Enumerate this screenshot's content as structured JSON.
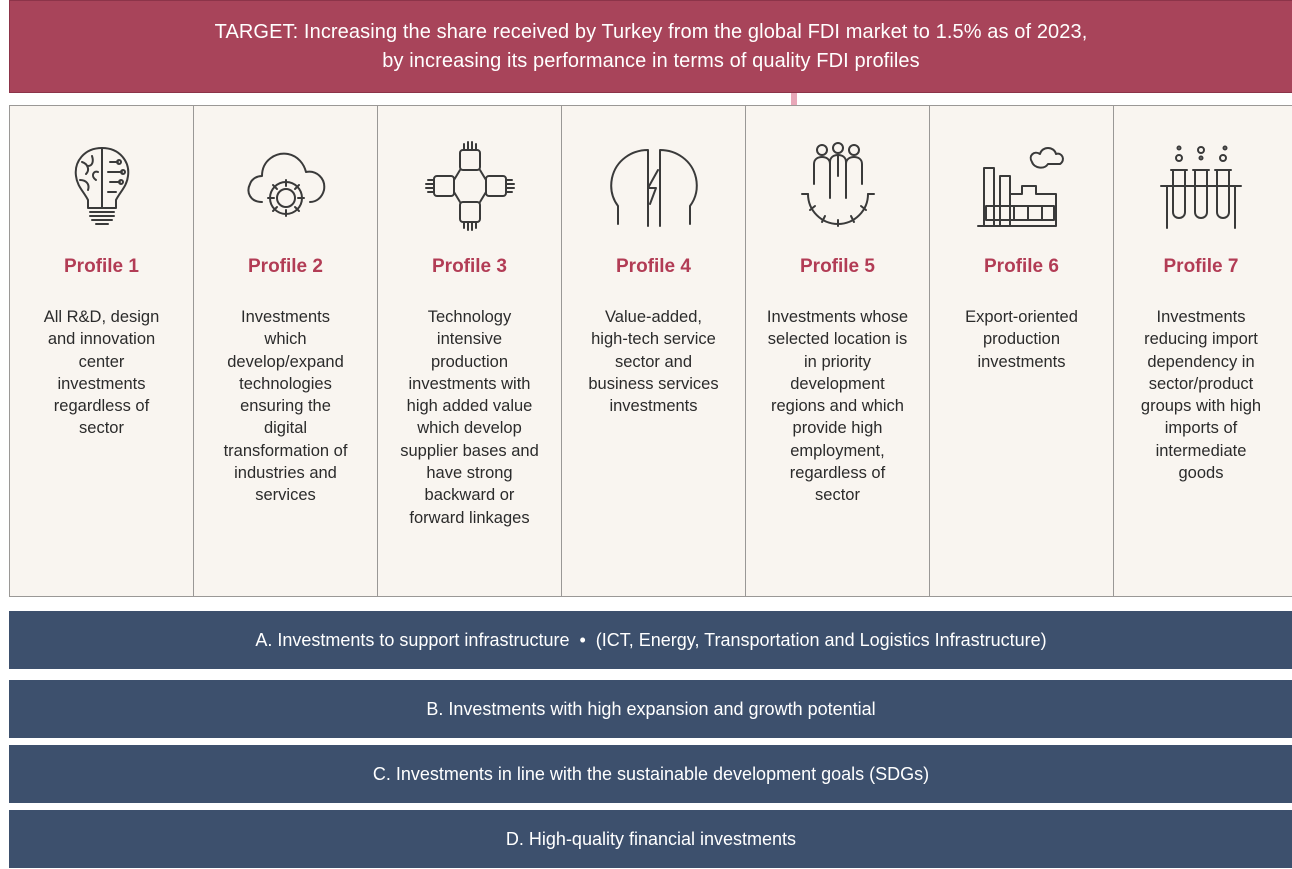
{
  "target": {
    "line1": "TARGET: Increasing the share received by Turkey from the global FDI market to 1.5% as of 2023,",
    "line2": "by increasing its performance in terms of quality FDI profiles"
  },
  "profiles": [
    {
      "title": "Profile 1",
      "icon": "brain-lightbulb-icon",
      "lines": [
        "All R&D, design",
        "and innovation",
        "center",
        "investments",
        "regardless of",
        "sector"
      ]
    },
    {
      "title": "Profile 2",
      "icon": "cloud-gear-icon",
      "lines": [
        "Investments",
        "which",
        "develop/expand",
        "technologies",
        "ensuring the",
        "digital",
        "transformation of",
        "industries and",
        "services"
      ]
    },
    {
      "title": "Profile 3",
      "icon": "interlocking-hands-icon",
      "lines": [
        "Technology",
        "intensive",
        "production",
        "investments with",
        "high added value",
        "which develop",
        "supplier bases and",
        "have strong",
        "backward or",
        "forward linkages"
      ]
    },
    {
      "title": "Profile 4",
      "icon": "head-lightning-icon",
      "lines": [
        "Value-added,",
        "high-tech service",
        "sector and",
        "business services",
        "investments"
      ]
    },
    {
      "title": "Profile 5",
      "icon": "people-gear-icon",
      "lines": [
        "Investments whose",
        "selected location is",
        "in priority",
        "development",
        "regions and which",
        "provide high",
        "employment,",
        "regardless of",
        "sector"
      ]
    },
    {
      "title": "Profile 6",
      "icon": "factory-icon",
      "lines": [
        "Export-oriented",
        "production",
        "investments"
      ]
    },
    {
      "title": "Profile 7",
      "icon": "test-tubes-icon",
      "lines": [
        "Investments",
        "reducing import",
        "dependency in",
        "sector/product",
        "groups with high",
        "imports of",
        "intermediate",
        "goods"
      ]
    }
  ],
  "categories": [
    {
      "letter": "A.",
      "text": "Investments to support infrastructure  •  (ICT, Energy, Transportation and Logistics Infrastructure)"
    },
    {
      "letter": "B.",
      "text": "Investments with high expansion and growth potential"
    },
    {
      "letter": "C.",
      "text": "Investments in line with the sustainable development goals (SDGs)"
    },
    {
      "letter": "D.",
      "text": "High-quality financial investments"
    }
  ],
  "colors": {
    "target_bg": "#a8445a",
    "profile_title": "#b23c55",
    "category_bg": "#3d506d",
    "panel_bg": "#f9f5f0"
  }
}
